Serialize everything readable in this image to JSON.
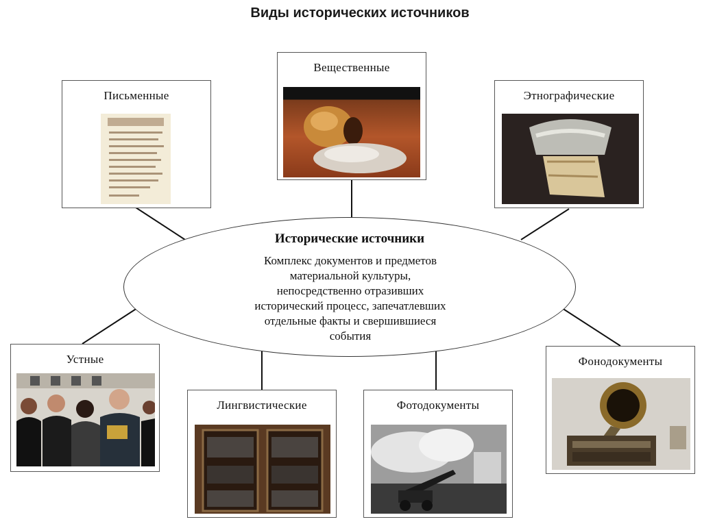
{
  "title": "Виды исторических источников",
  "center": {
    "title": "Исторические источники",
    "lines": [
      "Комплекс документов и предметов",
      "материальной культуры,",
      "непосредственно отразивших",
      "исторический процесс, запечатлевших",
      "отдельные факты и свершившиеся",
      "события"
    ]
  },
  "sources": {
    "written": "Письменные",
    "material": "Вещественные",
    "ethnographic": "Этнографические",
    "oral": "Устные",
    "linguistic": "Лингвистические",
    "photo": "Фотодокументы",
    "phono": "Фонодокументы"
  }
}
